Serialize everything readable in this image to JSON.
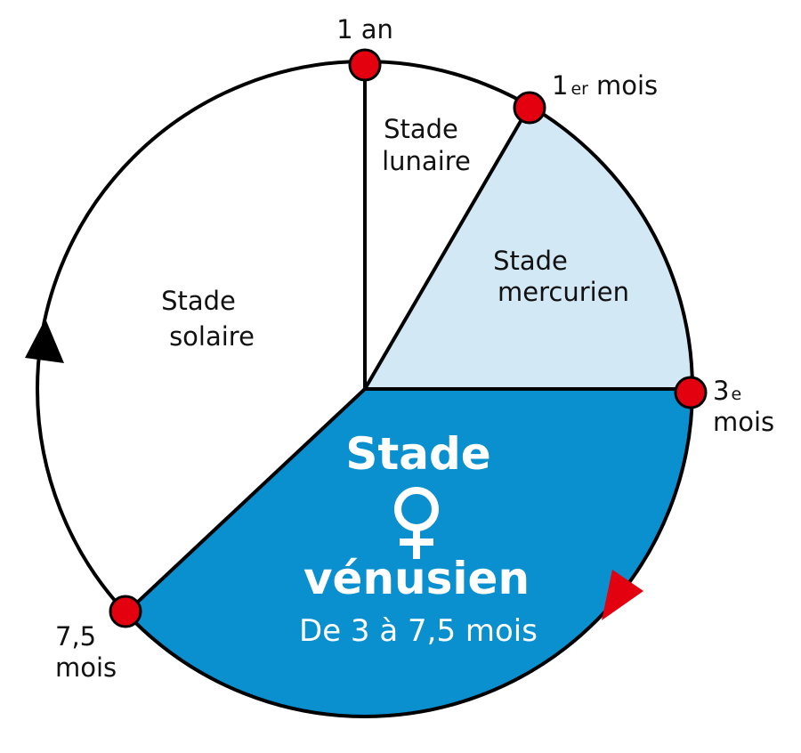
{
  "colors": {
    "solar": "#ffffff",
    "lunar": "#ffffff",
    "mercurial": "#d3e8f5",
    "venusian": "#0a8fcf",
    "outline": "#000000",
    "marker": "#e3000f",
    "arrow_dark": "#000000",
    "arrow_accent": "#e3000f"
  },
  "markers": {
    "one_year": {
      "text": "1 an"
    },
    "first_month": {
      "number": "1",
      "suffix": "er",
      "unit": "mois"
    },
    "third_month": {
      "number": "3",
      "suffix": "e",
      "unit": "mois"
    },
    "seven_half_months": {
      "number": "7,5",
      "unit": "mois"
    }
  },
  "stages": {
    "lunar": {
      "line1": "Stade",
      "line2": "lunaire"
    },
    "mercurial": {
      "line1": "Stade",
      "line2": "mercurien"
    },
    "solar": {
      "line1": "Stade",
      "line2": "solaire"
    },
    "venusian": {
      "line1": "Stade",
      "symbol": "♀",
      "line2": "vénusien",
      "range": "De 3 à 7,5 mois"
    }
  }
}
